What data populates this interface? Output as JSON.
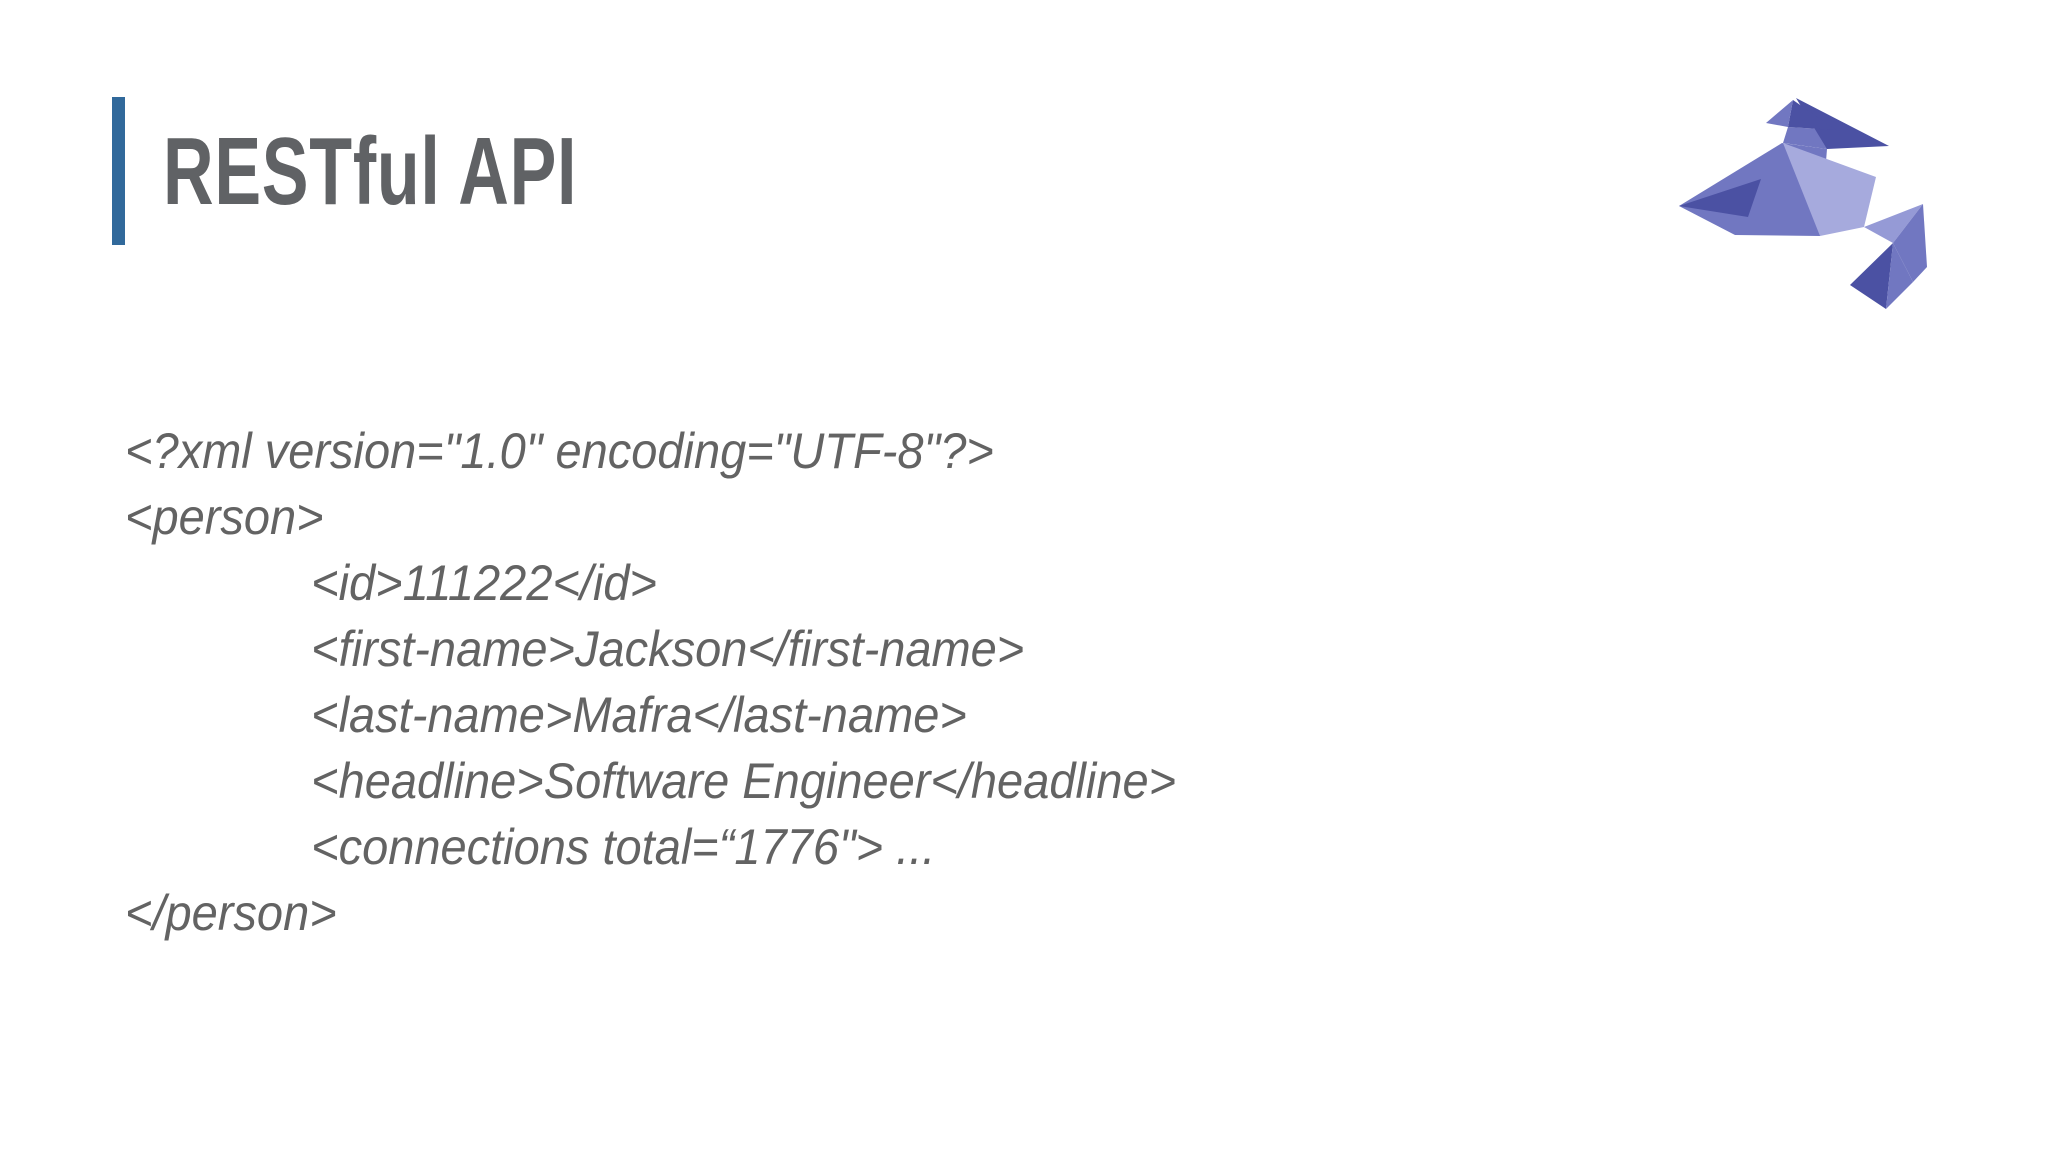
{
  "slide": {
    "title": "RESTful API",
    "accent_bar_color": "#31699b",
    "title_color": "#606265",
    "code_color": "#636363",
    "code_lines": [
      {
        "text": "<?xml version=\"1.0\" encoding=\"UTF-8\"?>",
        "indent": 0
      },
      {
        "text": "<person>",
        "indent": 0
      },
      {
        "text": "<id>111222</id>",
        "indent": 1
      },
      {
        "text": "<first-name>Jackson</first-name>",
        "indent": 1
      },
      {
        "text": "<last-name>Mafra</last-name>",
        "indent": 1
      },
      {
        "text": "<headline>Software Engineer</headline>",
        "indent": 1
      },
      {
        "text": "<connections total=“1776\"> ...",
        "indent": 1
      },
      {
        "text": "</person>",
        "indent": 0
      }
    ],
    "logo": {
      "label": "origami-bird-logo",
      "colors": {
        "dark": "#4b51a3",
        "mid": "#7177c1",
        "midlight": "#959ad6",
        "light": "#a6aadd"
      }
    }
  }
}
